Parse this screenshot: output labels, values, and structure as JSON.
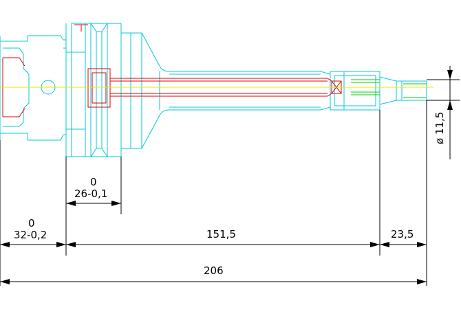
{
  "drawing": {
    "colors": {
      "outline": "#00c8d8",
      "bore": "#e00000",
      "thread": "#00d000",
      "centerline": "#e8e800",
      "dimension": "#000000",
      "background": "#ffffff"
    },
    "dimensions": {
      "flange_tol_upper": "0",
      "flange_length": "26-0,1",
      "holder_tol_upper": "0",
      "holder_length": "32-0,2",
      "shank_length": "151,5",
      "tip_length": "23,5",
      "total_length": "206",
      "tip_diameter": "ø 11,5"
    }
  }
}
